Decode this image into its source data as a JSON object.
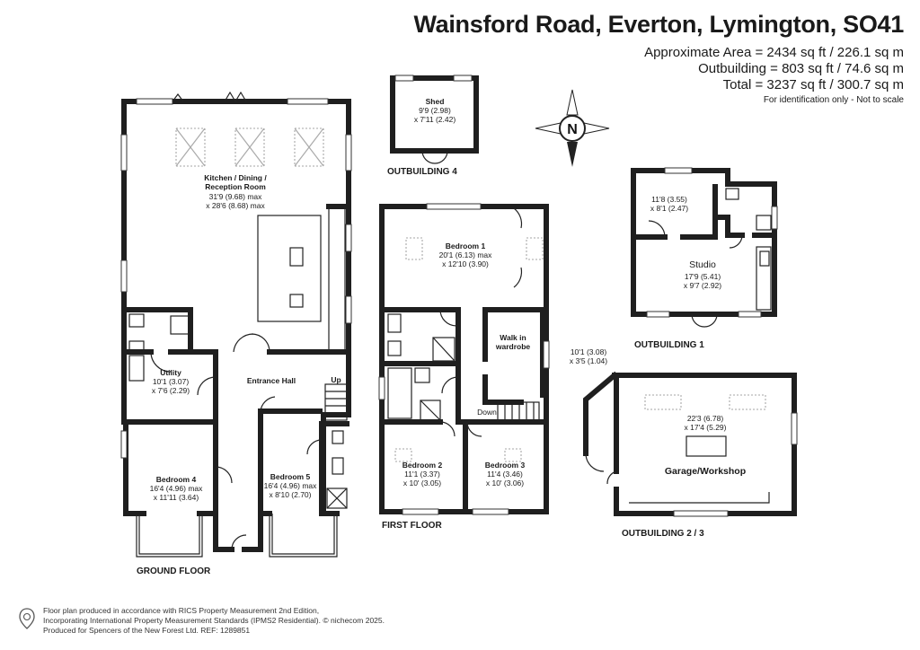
{
  "header": {
    "title": "Wainsford Road, Everton, Lymington, SO41",
    "area_line": "Approximate Area = 2434 sq ft / 226.1 sq m",
    "outbuilding_line": "Outbuilding = 803 sq ft / 74.6 sq m",
    "total_line": "Total = 3237 sq ft / 300.7 sq m",
    "note": "For identification only - Not to scale"
  },
  "compass": {
    "letter": "N"
  },
  "sections": {
    "ground": "GROUND FLOOR",
    "first": "FIRST FLOOR",
    "out1": "OUTBUILDING 1",
    "out23": "OUTBUILDING 2 / 3",
    "out4": "OUTBUILDING 4"
  },
  "rooms": {
    "kitchen": {
      "name1": "Kitchen / Dining /",
      "name2": "Reception Room",
      "dim1": "31'9 (9.68) max",
      "dim2": "x 28'6 (8.68) max"
    },
    "utility": {
      "name": "Utility",
      "dim1": "10'1 (3.07)",
      "dim2": "x 7'6 (2.29)"
    },
    "hall": {
      "name": "Entrance Hall"
    },
    "up": "Up",
    "down": "Down",
    "bed4": {
      "name": "Bedroom 4",
      "dim1": "16'4 (4.96) max",
      "dim2": "x 11'11 (3.64)"
    },
    "bed5": {
      "name": "Bedroom 5",
      "dim1": "16'4 (4.96) max",
      "dim2": "x 8'10 (2.70)"
    },
    "bed1": {
      "name": "Bedroom 1",
      "dim1": "20'1 (6.13) max",
      "dim2": "x 12'10 (3.90)"
    },
    "walkin": {
      "name1": "Walk in",
      "name2": "wardrobe"
    },
    "bed2": {
      "name": "Bedroom 2",
      "dim1": "11'1 (3.37)",
      "dim2": "x 10' (3.05)"
    },
    "bed3": {
      "name": "Bedroom 3",
      "dim1": "11'4 (3.46)",
      "dim2": "x 10' (3.06)"
    },
    "shed": {
      "name": "Shed",
      "dim1": "9'9 (2.98)",
      "dim2": "x 7'11 (2.42)"
    },
    "studio_small": {
      "dim1": "11'8 (3.55)",
      "dim2": "x 8'1 (2.47)"
    },
    "studio": {
      "name": "Studio",
      "dim1": "17'9 (5.41)",
      "dim2": "x 9'7 (2.92)"
    },
    "store": {
      "dim1": "10'1 (3.08)",
      "dim2": "x 3'5 (1.04)"
    },
    "garage": {
      "name": "Garage/Workshop",
      "dim1": "22'3 (6.78)",
      "dim2": "x 17'4 (5.29)"
    }
  },
  "footer": {
    "line1": "Floor plan produced in accordance with RICS Property Measurement 2nd Edition,",
    "line2": "Incorporating International Property Measurement Standards (IPMS2 Residential).  © nichecom 2025.",
    "line3": "Produced for Spencers of the New Forest Ltd.   REF:  1289851"
  }
}
